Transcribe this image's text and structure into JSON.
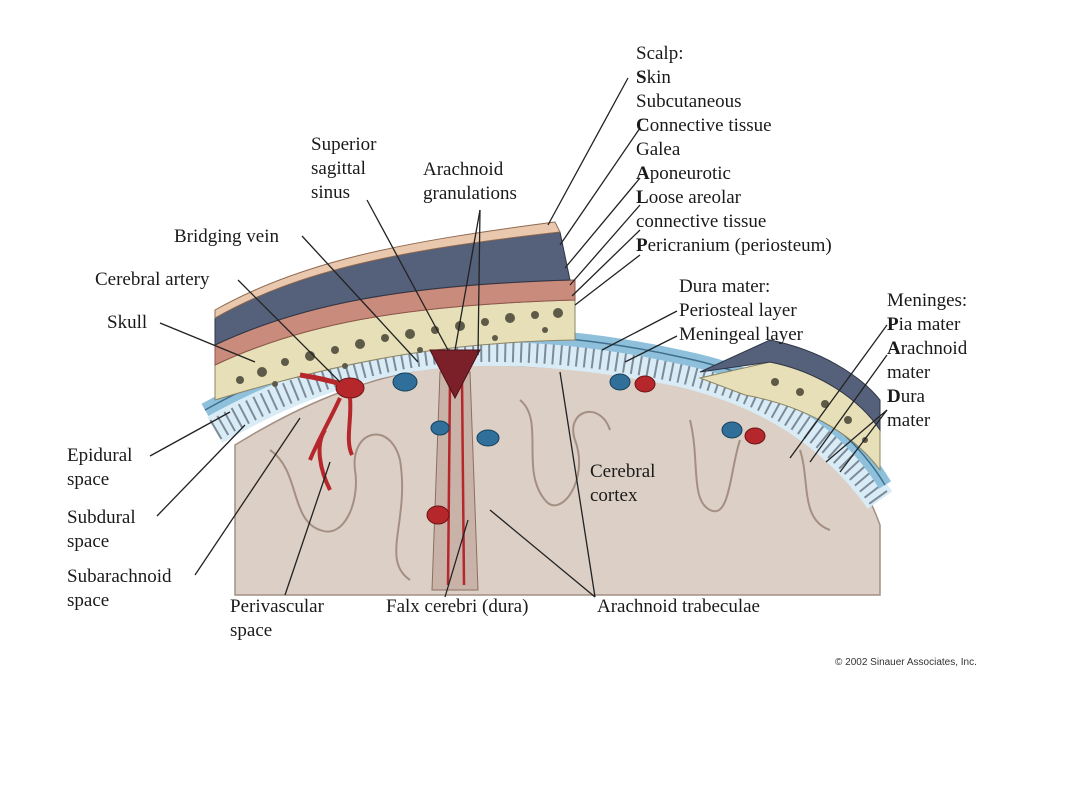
{
  "colors": {
    "background": "#ffffff",
    "skin": "#e9c8ae",
    "subcutaneous": "#55607a",
    "galea": "#c98b7c",
    "skull": "#e6dfb8",
    "skull_dots": "#5d5a48",
    "dura": "#8ec0dc",
    "subarachnoid": "#d9ecf6",
    "cortex": "#dccfc5",
    "artery": "#b6272c",
    "vein": "#2f6f9a",
    "leader": "#222222"
  },
  "labels": {
    "scalp": {
      "line1": "Scalp:"
    },
    "skin": {
      "initial": "S",
      "rest": "kin"
    },
    "subcutaneous": {
      "line1": "Subcutaneous"
    },
    "connective": {
      "initial": "C",
      "rest": "onnective tissue"
    },
    "galea": {
      "line1": "Galea"
    },
    "aponeurotic": {
      "initial": "A",
      "rest": "poneurotic"
    },
    "loose": {
      "initial": "L",
      "rest": "oose areolar",
      "line2": "connective tissue"
    },
    "pericranium": {
      "initial": "P",
      "rest": "ericranium (periosteum)"
    },
    "superior_sinus": {
      "line1": "Superior",
      "line2": "sagittal",
      "line3": "sinus"
    },
    "arachnoid_gran": {
      "line1": "Arachnoid",
      "line2": "granulations"
    },
    "bridging_vein": {
      "line1": "Bridging vein"
    },
    "cerebral_artery": {
      "line1": "Cerebral artery"
    },
    "skull": {
      "line1": "Skull"
    },
    "dura_mater": {
      "line1": "Dura mater:",
      "line2": "Periosteal layer",
      "line3": "Meningeal layer"
    },
    "meninges": {
      "line1": "Meninges:"
    },
    "pia": {
      "initial": "P",
      "rest": "ia mater"
    },
    "arachnoid": {
      "initial": "A",
      "rest": "rachnoid",
      "line2": "mater"
    },
    "dura": {
      "initial": "D",
      "rest": "ura",
      "line2": "mater"
    },
    "epidural": {
      "line1": "Epidural",
      "line2": "space"
    },
    "subdural": {
      "line1": "Subdural",
      "line2": "space"
    },
    "subarachnoid": {
      "line1": "Subarachnoid",
      "line2": "space"
    },
    "perivascular": {
      "line1": "Perivascular",
      "line2": "space"
    },
    "falx": {
      "line1": "Falx cerebri (dura)"
    },
    "arachnoid_trab": {
      "line1": "Arachnoid trabeculae"
    },
    "cortex": {
      "line1": "Cerebral",
      "line2": "cortex"
    }
  },
  "copyright": "© 2002 Sinauer Associates, Inc."
}
